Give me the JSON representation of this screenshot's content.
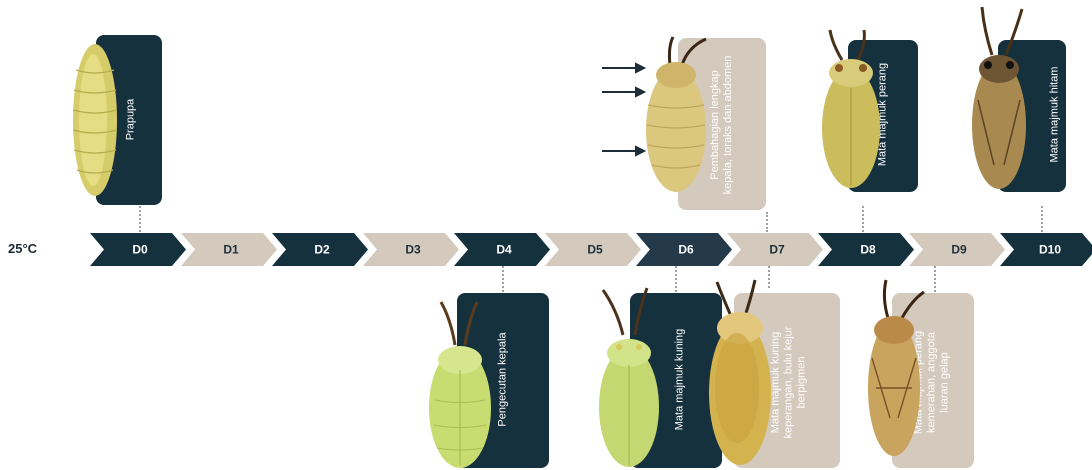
{
  "temperature": "25°C",
  "days": [
    {
      "label": "D0",
      "color": "#16313e"
    },
    {
      "label": "D1",
      "color": "#d4c9bd"
    },
    {
      "label": "D2",
      "color": "#16313e"
    },
    {
      "label": "D3",
      "color": "#d4c9bd"
    },
    {
      "label": "D4",
      "color": "#16313e"
    },
    {
      "label": "D5",
      "color": "#d4c9bd"
    },
    {
      "label": "D6",
      "color": "#24394a"
    },
    {
      "label": "D7",
      "color": "#d4c9bd"
    },
    {
      "label": "D8",
      "color": "#16313e"
    },
    {
      "label": "D9",
      "color": "#d4c9bd"
    },
    {
      "label": "D10",
      "color": "#16313e"
    }
  ],
  "stages": {
    "d0": "Prapupa",
    "d4": "Pengecutan kepala",
    "d6": "Mata majmuk kuning",
    "d6b": [
      "Pembahagian lengkap",
      "kepala, toraks dan abdomen"
    ],
    "d7": [
      "Mata majmuk kuning",
      "keperangan, bulu kejur",
      "berpigmen"
    ],
    "d8": "Mata majmuk perang",
    "d9": [
      "Mata majmuk perang",
      "kemerahan, anggota",
      "luaran gelap"
    ],
    "d10": "Mata majmuk hitam"
  },
  "colors": {
    "dark": "#16313e",
    "light": "#d4c9bd"
  }
}
